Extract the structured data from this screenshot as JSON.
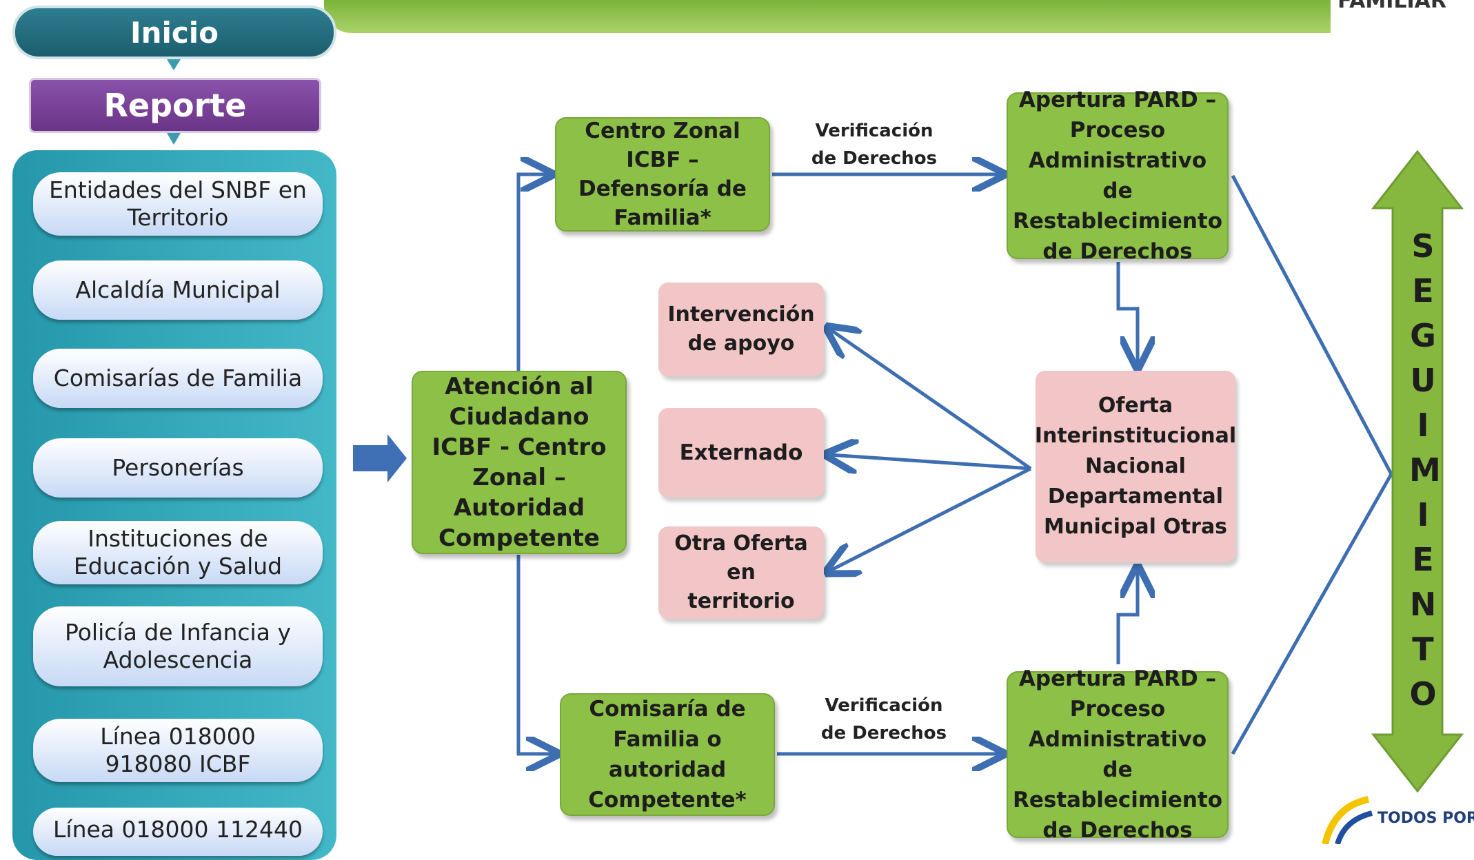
{
  "header": {
    "start": "Inicio",
    "report": "Reporte",
    "corner_text": "FAMILIAR"
  },
  "sources": [
    "Entidades del SNBF en Territorio",
    "Alcaldía Municipal",
    "Comisarías de Familia",
    "Personerías",
    "Instituciones de Educación y Salud",
    "Policía de Infancia y Adolescencia",
    "Línea 018000 918080 ICBF",
    "Línea 018000 112440"
  ],
  "nodes": {
    "attention": "Atención al Ciudadano ICBF - Centro Zonal – Autoridad Competente",
    "centro_zonal": "Centro Zonal ICBF – Defensoría de Familia*",
    "comisaria": "Comisaría de Familia o autoridad Competente*",
    "pard_top": "Apertura PARD – Proceso Administrativo de Restablecimiento de Derechos",
    "pard_bottom": "Apertura PARD – Proceso Administrativo de Restablecimiento de Derechos",
    "intervencion": "Intervención de apoyo",
    "externado": "Externado",
    "otra_oferta": "Otra Oferta en territorio",
    "oferta": "Oferta Interinstitucional Nacional Departamental Municipal Otras"
  },
  "edge_labels": {
    "top": "Verificación de Derechos",
    "bottom": "Verificación de Derechos"
  },
  "seguimiento": [
    "S",
    "E",
    "G",
    "U",
    "I",
    "M",
    "I",
    "E",
    "N",
    "T",
    "O"
  ],
  "logo_text": "TODOS POR UN NUEVO PAÍS",
  "colors": {
    "green": "#8dc047",
    "pink": "#f2c5c7",
    "teal": "#2aa7b8",
    "purple": "#7b3f99",
    "arrow": "#3d6eb1"
  }
}
